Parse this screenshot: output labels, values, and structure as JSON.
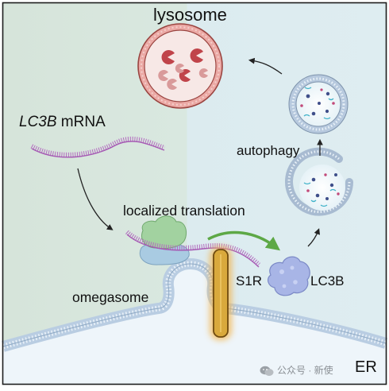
{
  "labels": {
    "lysosome": "lysosome",
    "mrna_gene": "LC3B",
    "mrna_suffix": " mRNA",
    "autophagy": "autophagy",
    "localized_translation": "localized translation",
    "omegasome": "omegasome",
    "s1r": "S1R",
    "lc3b": "LC3B",
    "er": "ER"
  },
  "watermark": {
    "text": "公众号 · 新使",
    "icon": "wechat-icon"
  },
  "colors": {
    "left_bg": "#d7e5dc",
    "right_bg": "#dcedf0",
    "mrna": "#b56fc0",
    "lysosome_outer": "#e4a3a1",
    "lysosome_inner": "#f6e6e4",
    "membrane": "#b7cce0",
    "s1r_fill": "#d7a73a",
    "s1r_glow": "#f1b24d",
    "lc3b_fill": "#a8b5e6",
    "ribosome_large": "#9fcf9d",
    "ribosome_small": "#a6c8df",
    "arrow_green": "#62ad4a",
    "arrow_black": "#222222"
  }
}
